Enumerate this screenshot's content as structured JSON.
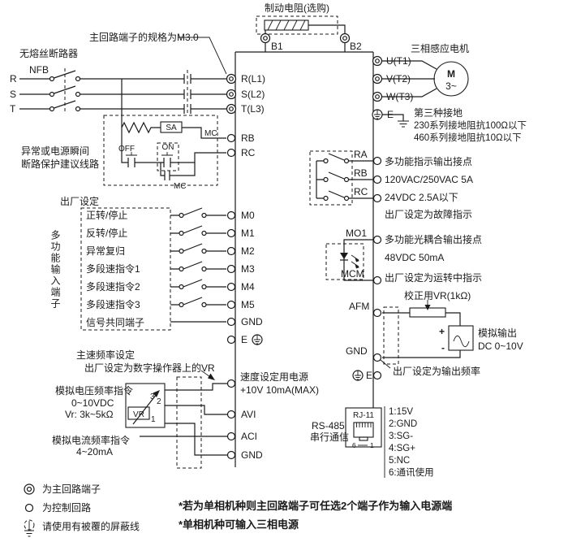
{
  "brake": {
    "label": "制动电阻(选购)",
    "b1": "B1",
    "b2": "B2"
  },
  "power_input": {
    "breaker_name": "无熔丝断路器",
    "nfb": "NFB",
    "phases": [
      "R",
      "S",
      "T"
    ],
    "terminal_spec": "主回路端子的规格为M3.0",
    "terminals": [
      "R(L1)",
      "S(L2)",
      "T(L3)"
    ],
    "protect_line1": "异常或电源瞬间",
    "protect_line2": "断路保护建议线路",
    "off": "OFF",
    "on": "ON",
    "sa": "SA",
    "mc": "MC",
    "rb": "RB",
    "rc": "RC"
  },
  "motor": {
    "title": "三相感应电机",
    "symbol": "M",
    "phase": "3~",
    "terminals": [
      "U(T1)",
      "V(T2)",
      "W(T3)"
    ],
    "e": "E",
    "ground_type": "第三种接地",
    "ground_230": "230系列接地阻抗100Ω以下",
    "ground_460": "460系列接地阻抗10Ω以下"
  },
  "relay_output": {
    "ra": "RA",
    "rb": "RB",
    "rc": "RC",
    "title": "多功能指示输出接点",
    "spec1": "120VAC/250VAC 5A",
    "spec2": "24VDC 2.5A以下",
    "default_note": "出厂设定为故障指示"
  },
  "photo_output": {
    "mo1": "MO1",
    "mcm": "MCM",
    "title": "多功能光耦合输出接点",
    "spec": "48VDC 50mA",
    "default_note": "出厂设定为运转中指示"
  },
  "analog_output": {
    "afm": "AFM",
    "vr_label": "校正用VR(1kΩ)",
    "plus": "+",
    "minus": "-",
    "title": "模拟输出",
    "range": "DC 0~10V",
    "gnd": "GND",
    "default_note": "出厂设定为输出频率",
    "e": "E"
  },
  "digital_inputs": {
    "factory": "出厂设定",
    "functions": [
      "正转/停止",
      "反转/停止",
      "异常复归",
      "多段速指令1",
      "多段速指令2",
      "多段速指令3",
      "信号共同端子"
    ],
    "terminals": [
      "M0",
      "M1",
      "M2",
      "M3",
      "M4",
      "M5",
      "GND"
    ],
    "e": "E",
    "group": "多功能输入端子"
  },
  "frequency_setting": {
    "main_title": "主速频率设定",
    "main_sub": "出厂设定为数字操作器上的VR",
    "voltage_line1": "模拟电压频率指令",
    "voltage_line2": "0~10VDC",
    "voltage_line3": "Vr: 3k~5kΩ",
    "vr": "VR",
    "pin3": "3",
    "pin2": "2",
    "pin1": "1",
    "current_line1": "模拟电流频率指令",
    "current_line2": "4~20mA",
    "avi": "AVI",
    "aci": "ACI",
    "gnd": "GND"
  },
  "speed_power": {
    "line1": "速度设定用电源",
    "line2": "+10V 10mA(MAX)"
  },
  "rs485": {
    "rj11": "RJ-11",
    "name": "RS-485",
    "sub": "串行通信",
    "pins": [
      "1:15V",
      "2:GND",
      "3:SG-",
      "4:SG+",
      "5:NC",
      "6:通讯使用"
    ],
    "pin6": "6",
    "pin1": "1"
  },
  "legend": {
    "main": "为主回路端子",
    "control": "为控制回路",
    "shield": "请使用有被覆的屏蔽线"
  },
  "notes": {
    "note1": "*若为单相机种则主回路端子可任选2个端子作为输入电源端",
    "note2": "*单相机种可输入三相电源"
  }
}
